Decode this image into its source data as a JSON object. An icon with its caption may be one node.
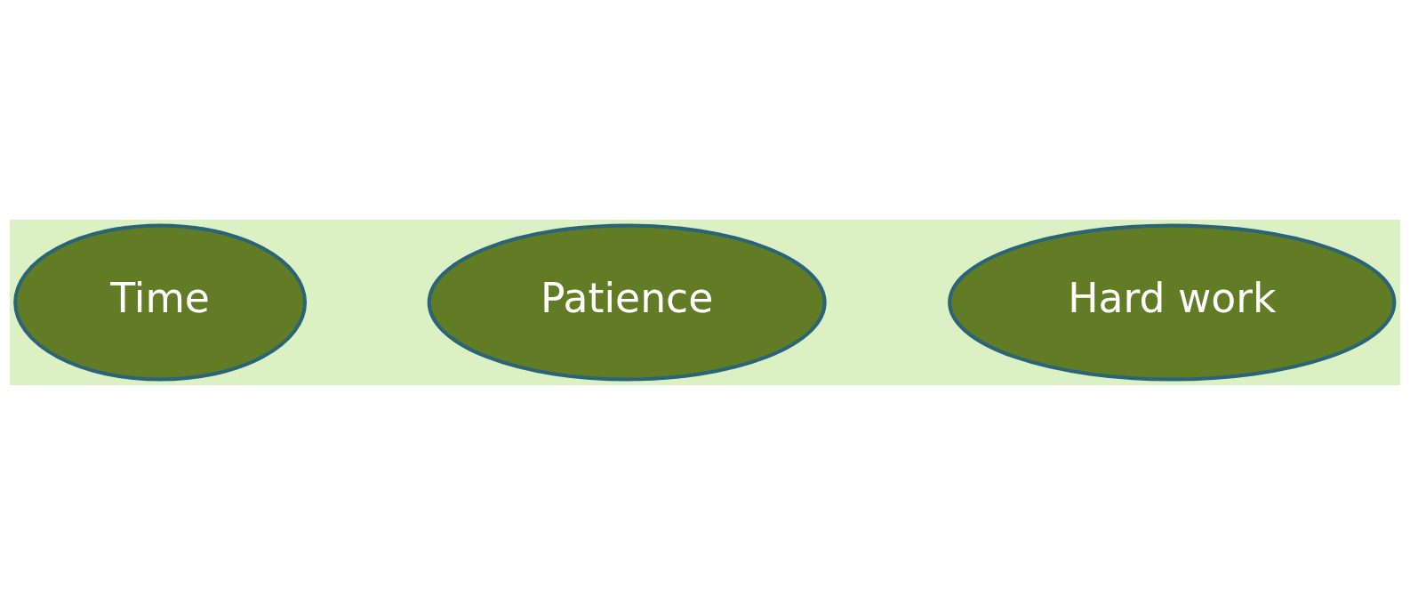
{
  "diagram": {
    "nodes": [
      {
        "text": [
          "Time"
        ]
      },
      {
        "text": [
          "Patience"
        ]
      },
      {
        "text": [
          "Hard work"
        ]
      }
    ]
  }
}
